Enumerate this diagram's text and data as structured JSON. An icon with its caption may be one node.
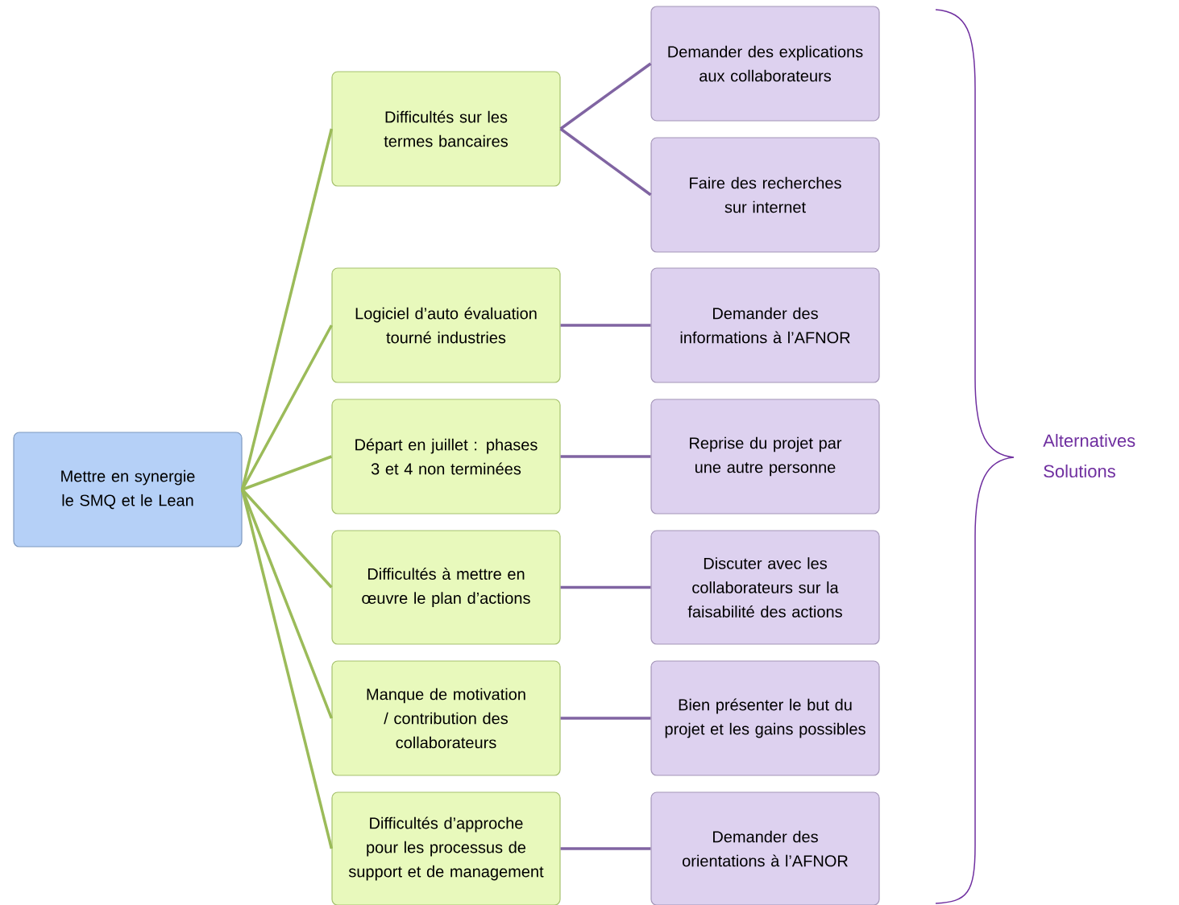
{
  "diagram": {
    "nodes": [
      {
        "text": [
          "Mettre en synergie le SMQ et le Lean"
        ]
      },
      {
        "text": [
          "Difficultés sur les termes bancaires"
        ]
      },
      {
        "text": [
          "Logiciel d’auto évaluation tourné industries"
        ]
      },
      {
        "text": [
          "Départ en juillet : phases 3 et 4 non terminées"
        ]
      },
      {
        "text": [
          "Difficultés à mettre en œuvre le plan d’actions"
        ]
      },
      {
        "text": [
          "Manque de motivation / contribution des collaborateurs"
        ]
      },
      {
        "text": [
          "Difficultés d’approche pour les processus de support et de management"
        ]
      },
      {
        "text": [
          "Demander des explications aux collaborateurs"
        ]
      },
      {
        "text": [
          "Faire des recherches sur internet"
        ]
      },
      {
        "text": [
          "Demander des informations à l’AFNOR"
        ]
      },
      {
        "text": [
          "Reprise du projet par une autre personne"
        ]
      },
      {
        "text": [
          "Discuter avec les collaborateurs sur la faisabilité des actions"
        ]
      },
      {
        "text": [
          "Bien présenter le but du projet et les gains possibles"
        ]
      },
      {
        "text": [
          "Demander des orientations à l’AFNOR"
        ]
      }
    ],
    "edges": [
      {
        "from": 0,
        "to": 1,
        "arrow": "none",
        "color": "#9bbb59"
      },
      {
        "from": 0,
        "to": 2,
        "arrow": "none",
        "color": "#9bbb59"
      },
      {
        "from": 0,
        "to": 3,
        "arrow": "none",
        "color": "#9bbb59"
      },
      {
        "from": 0,
        "to": 4,
        "arrow": "none",
        "color": "#9bbb59"
      },
      {
        "from": 0,
        "to": 5,
        "arrow": "none",
        "color": "#9bbb59"
      },
      {
        "from": 0,
        "to": 6,
        "arrow": "none",
        "color": "#9bbb59"
      },
      {
        "from": 1,
        "to": 7,
        "arrow": "none"
      },
      {
        "from": 1,
        "to": 8,
        "arrow": "none"
      },
      {
        "from": 2,
        "to": 9,
        "arrow": "none"
      },
      {
        "from": 3,
        "to": 10,
        "arrow": "none"
      },
      {
        "from": 4,
        "to": 11,
        "arrow": "none"
      },
      {
        "from": 5,
        "to": 12,
        "arrow": "none"
      },
      {
        "from": 6,
        "to": 13,
        "arrow": "none"
      }
    ],
    "labels": [
      "Alternatives Solutions"
    ]
  }
}
